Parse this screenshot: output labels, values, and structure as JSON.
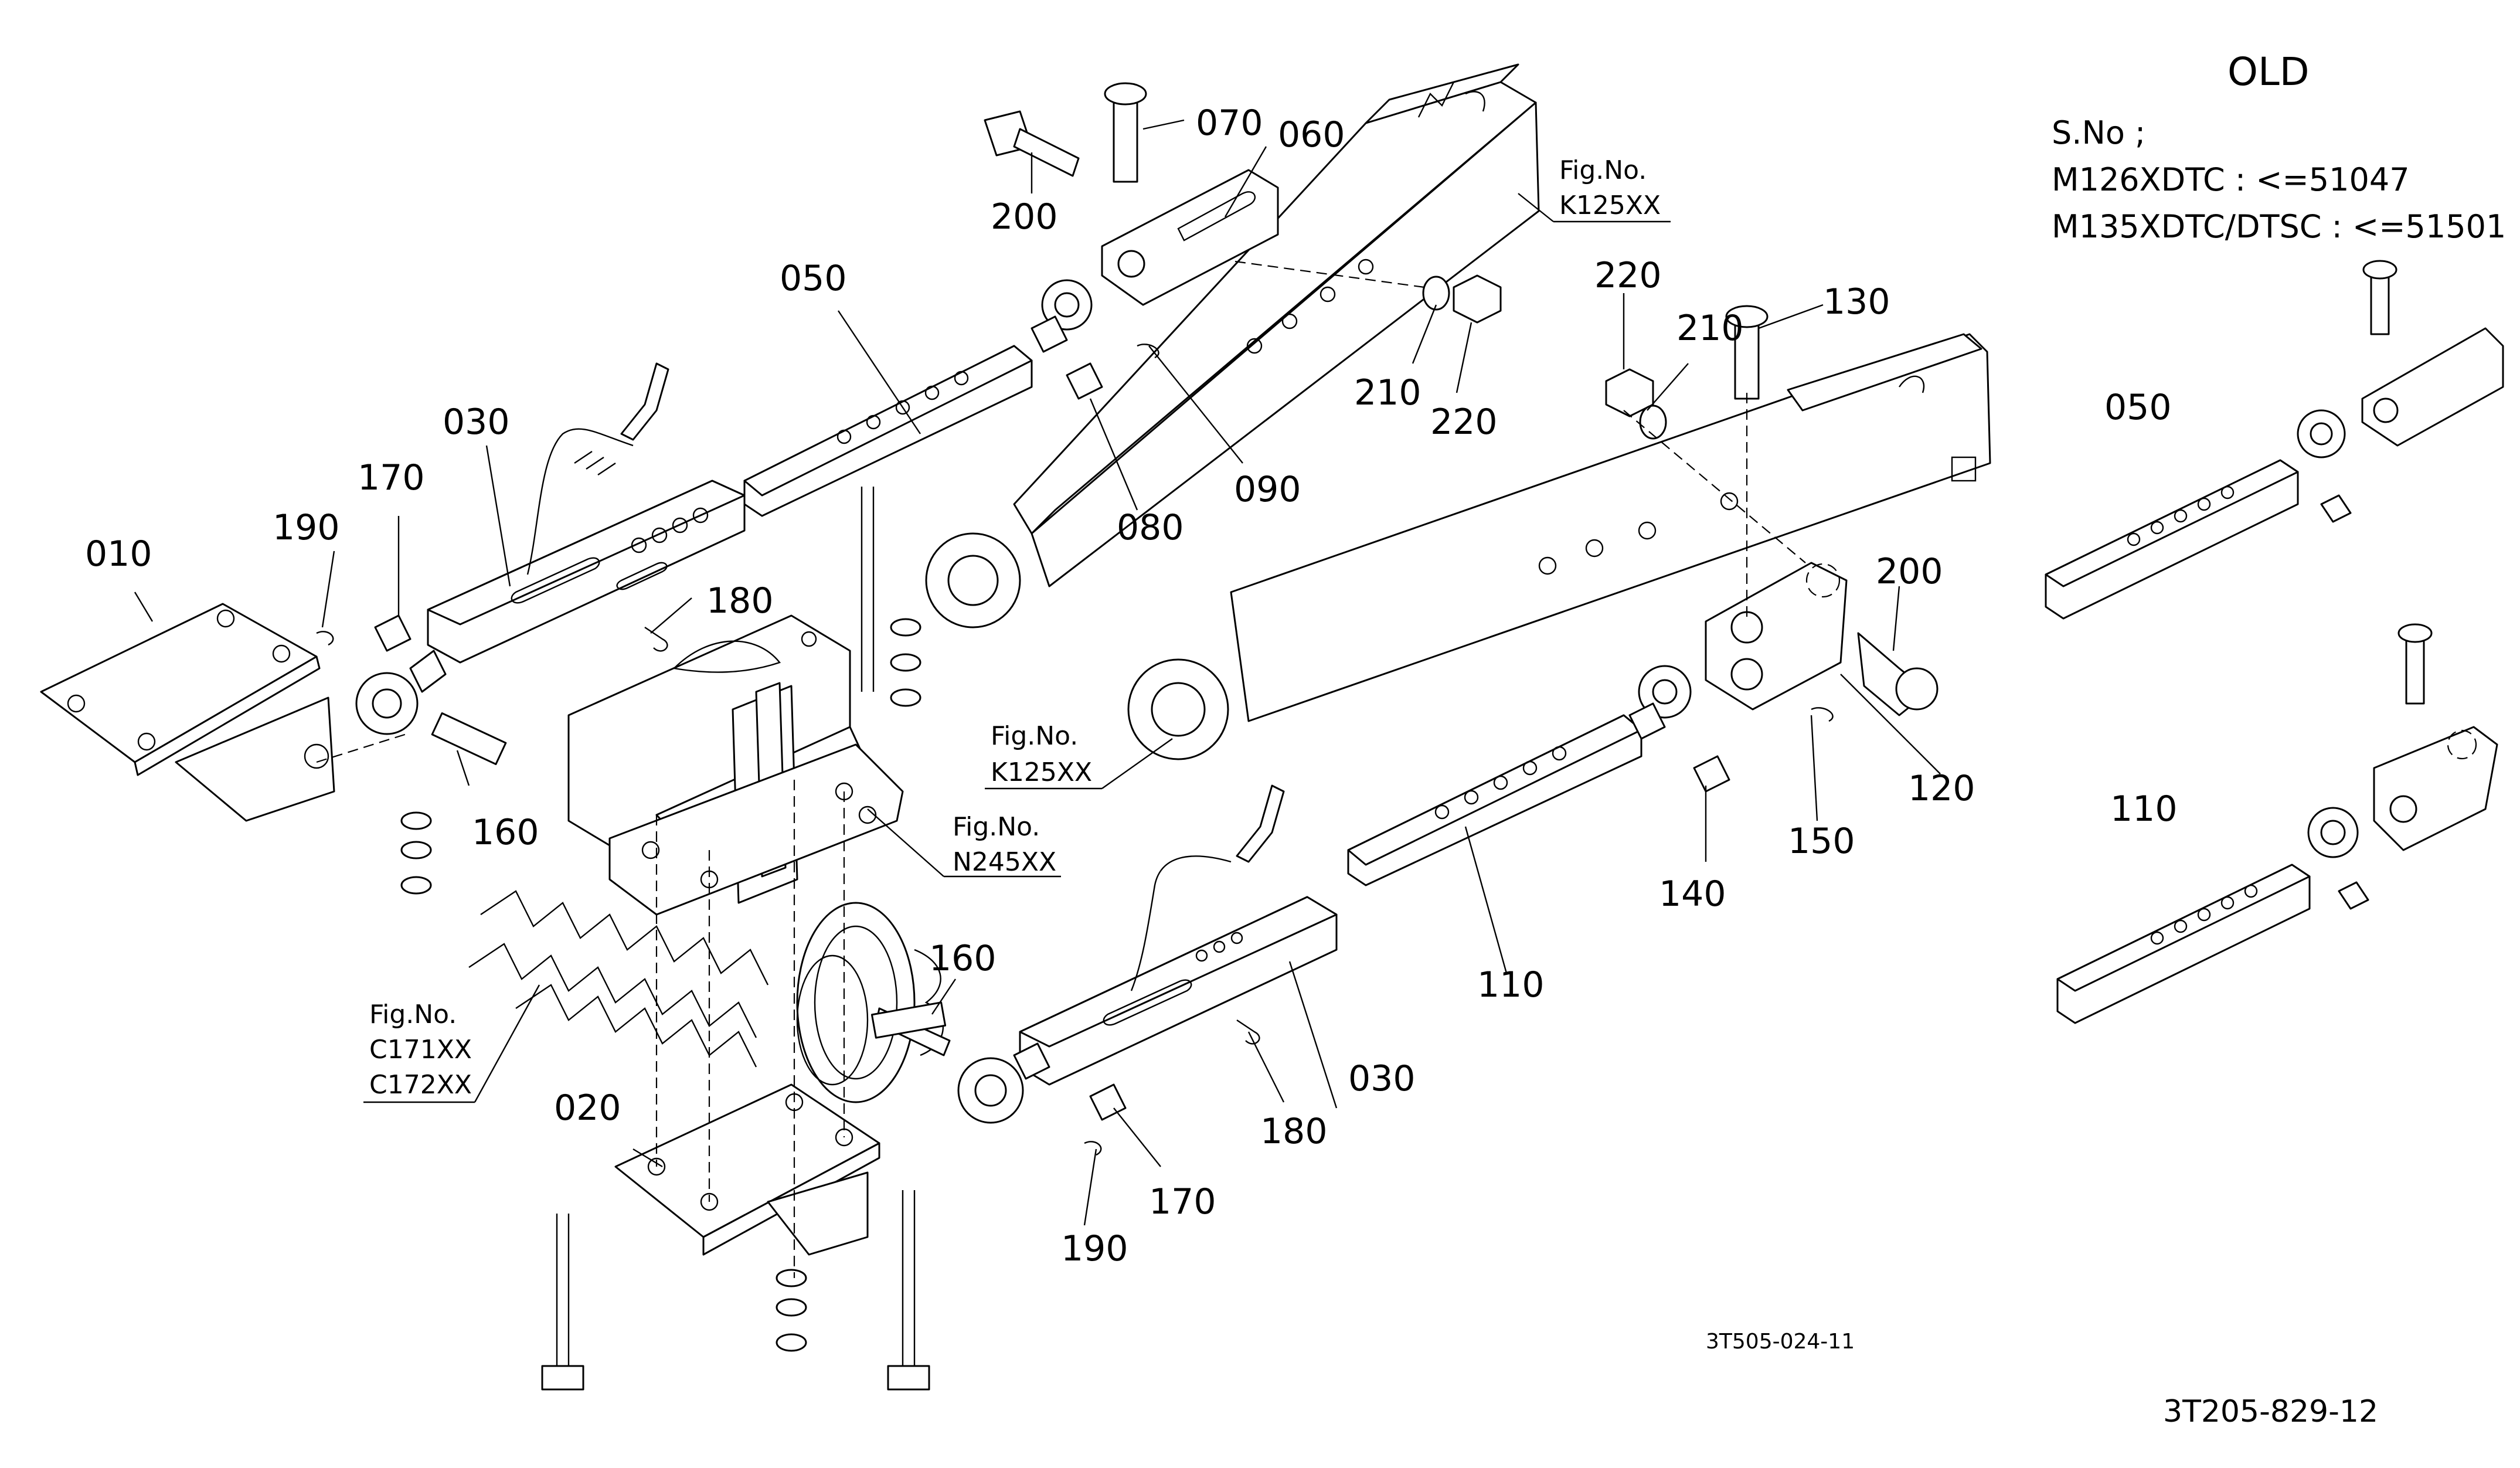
{
  "header": {
    "title": "OLD",
    "serial_heading": "S.No ;",
    "serial_lines": [
      "M126XDTC : <=51047",
      "M135XDTC/DTSC : <=51501"
    ]
  },
  "part_labels": {
    "p010": "010",
    "p020": "020",
    "p030a": "030",
    "p030b": "030",
    "p050": "050",
    "p060": "060",
    "p070": "070",
    "p080": "080",
    "p090": "090",
    "p110": "110",
    "p120": "120",
    "p130": "130",
    "p140": "140",
    "p150": "150",
    "p160a": "160",
    "p160b": "160",
    "p170a": "170",
    "p170b": "170",
    "p180a": "180",
    "p180b": "180",
    "p190a": "190",
    "p190b": "190",
    "p200a": "200",
    "p200b": "200",
    "p210a": "210",
    "p210b": "210",
    "p220a": "220",
    "p220b": "220",
    "inset050": "050",
    "inset110": "110"
  },
  "figure_refs": {
    "k125_top": [
      "Fig.No.",
      "K125XX"
    ],
    "k125_mid": [
      "Fig.No.",
      "K125XX"
    ],
    "n245": [
      "Fig.No.",
      "N245XX"
    ],
    "c17x": [
      "Fig.No.",
      "C171XX",
      "C172XX"
    ]
  },
  "codes": {
    "drawing_code": "3T505-024-11",
    "page_code": "3T205-829-12"
  }
}
